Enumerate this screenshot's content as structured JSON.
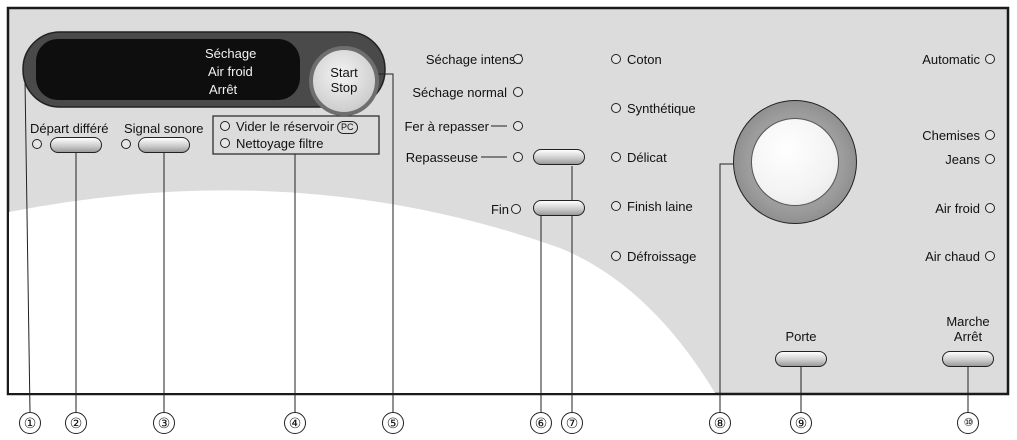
{
  "display": {
    "lines": [
      "Séchage",
      "Air froid",
      "Arrêt"
    ]
  },
  "start_stop": {
    "line1": "Start",
    "line2": "Stop"
  },
  "left_controls": {
    "depart_differe": "Départ différé",
    "signal_sonore": "Signal sonore",
    "vider_reservoir": "Vider le réservoir",
    "pc_badge": "PC",
    "nettoyage_filtre": "Nettoyage filtre"
  },
  "dryness_levels": {
    "sechage_intensif": "Séchage intensif",
    "sechage_normal": "Séchage normal",
    "fer_a_repasser": "Fer à repasser",
    "repasseuse": "Repasseuse",
    "fin": "Fin"
  },
  "programs_left": [
    "Coton",
    "Synthétique",
    "Délicat",
    "Finish laine",
    "Défroissage"
  ],
  "programs_right": [
    "Automatic",
    "Chemises",
    "Jeans",
    "Air froid",
    "Air chaud"
  ],
  "porte": "Porte",
  "marche_arret": {
    "line1": "Marche",
    "line2": "Arrêt"
  },
  "callouts": [
    "①",
    "②",
    "③",
    "④",
    "⑤",
    "⑥",
    "⑦",
    "⑧",
    "⑨",
    "⑩"
  ]
}
